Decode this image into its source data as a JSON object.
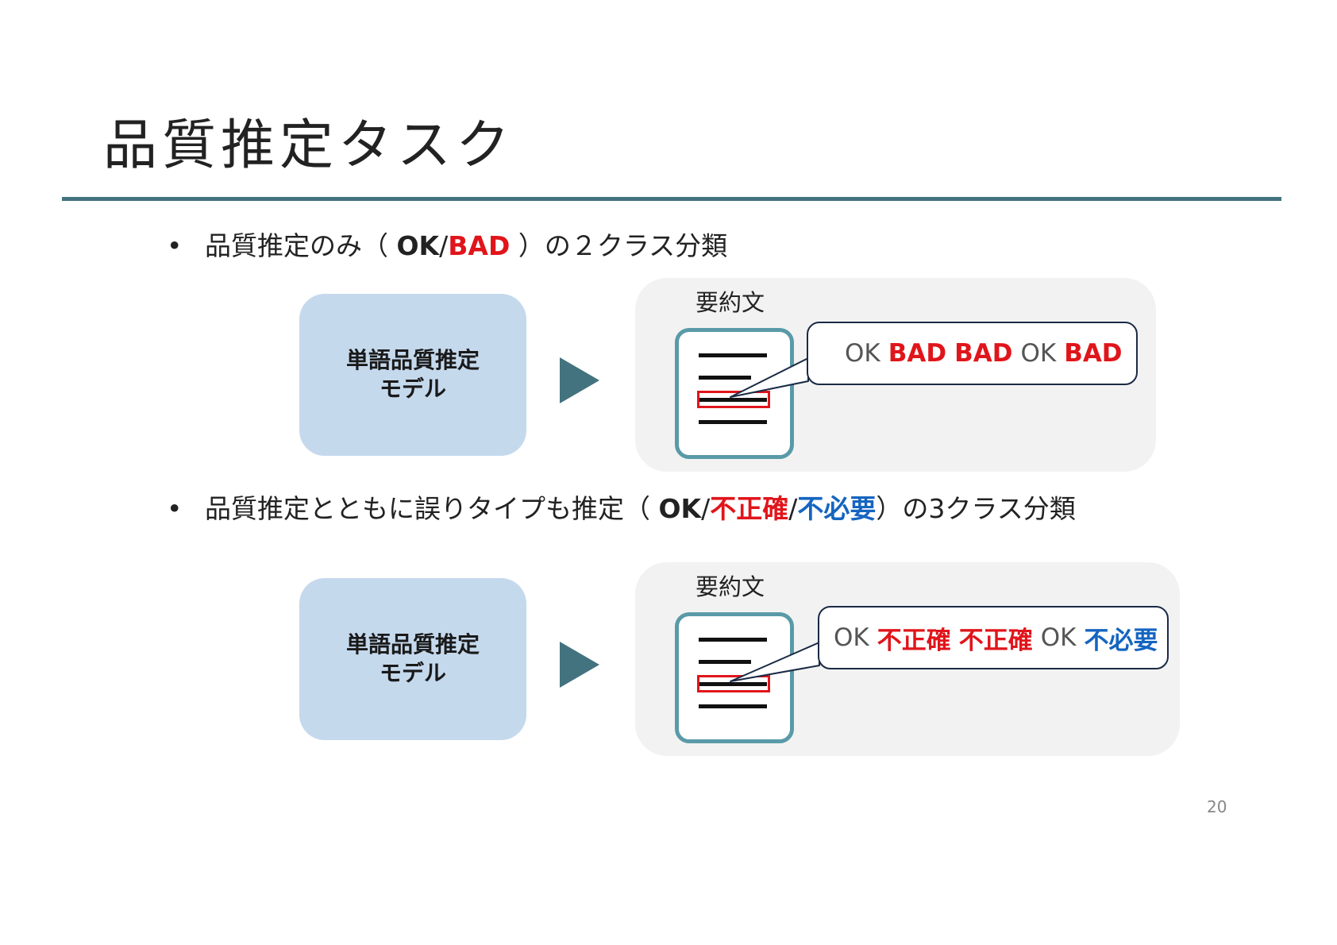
{
  "title": "品質推定タスク",
  "bullets": [
    {
      "marker": "•",
      "prefix": "品質推定のみ（ ",
      "ok": "OK",
      "sep1": "/",
      "bad": "BAD",
      "suffix": " ）の２クラス分類"
    },
    {
      "marker": "•",
      "prefix": "品質推定とともに誤りタイプも推定（ ",
      "ok": "OK",
      "sep1": "/",
      "label2": "不正確",
      "sep2": "/",
      "label3": "不必要",
      "suffix": "）の3クラス分類"
    }
  ],
  "diagram1": {
    "model_line1": "単語品質推定",
    "model_line2": "モデル",
    "doc_label": "要約文",
    "tags": [
      "OK",
      "BAD",
      "BAD",
      "OK",
      "BAD"
    ]
  },
  "diagram2": {
    "model_line1": "単語品質推定",
    "model_line2": "モデル",
    "doc_label": "要約文",
    "tags": [
      "OK",
      "不正確",
      "不正確",
      "OK",
      "不必要"
    ]
  },
  "colors": {
    "accent": "#43737e",
    "bad_red": "#e0151b",
    "unneeded_blue": "#1565c0",
    "model_box": "#c5d9ed",
    "panel": "#f2f2f2"
  },
  "page_number": "20"
}
